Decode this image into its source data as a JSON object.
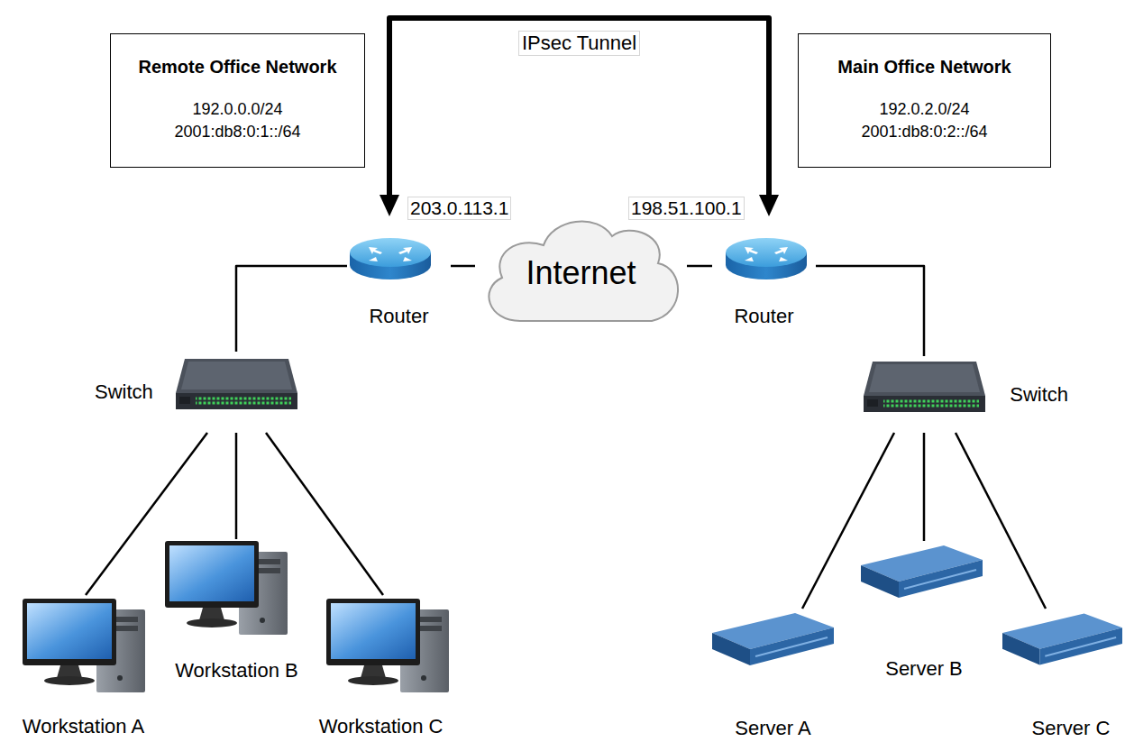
{
  "diagram": {
    "nodes": [
      {
        "text": [
          "Remote Office Network",
          "192.0.0.0/24",
          "2001:db8:0:1::/64"
        ]
      },
      {
        "text": [
          "Main Office Network",
          "192.0.2.0/24",
          "2001:db8:0:2::/64"
        ]
      },
      {
        "text": [
          "Router"
        ]
      },
      {
        "text": [
          "Internet"
        ]
      },
      {
        "text": [
          "Router"
        ]
      },
      {
        "text": [
          "Switch"
        ]
      },
      {
        "text": [
          "Switch"
        ]
      },
      {
        "text": [
          "Workstation A"
        ]
      },
      {
        "text": [
          "Workstation B"
        ]
      },
      {
        "text": [
          "Workstation C"
        ]
      },
      {
        "text": [
          "Server A"
        ]
      },
      {
        "text": [
          "Server B"
        ]
      },
      {
        "text": [
          "Server C"
        ]
      }
    ],
    "edges": [
      {
        "from": 2,
        "to": 3,
        "arrow": "none"
      },
      {
        "from": 3,
        "to": 4,
        "arrow": "none"
      },
      {
        "from": 2,
        "to": 5,
        "arrow": "none"
      },
      {
        "from": 4,
        "to": 6,
        "arrow": "none"
      },
      {
        "from": 5,
        "to": 7,
        "arrow": "none"
      },
      {
        "from": 5,
        "to": 8,
        "arrow": "none"
      },
      {
        "from": 5,
        "to": 9,
        "arrow": "none"
      },
      {
        "from": 6,
        "to": 10,
        "arrow": "none"
      },
      {
        "from": 6,
        "to": 11,
        "arrow": "none"
      },
      {
        "from": 6,
        "to": 12,
        "arrow": "none"
      },
      {
        "from": 2,
        "to": 4,
        "label": "IPsec Tunnel",
        "arrow": "both"
      }
    ],
    "labels": [
      "203.0.113.1",
      "198.51.100.1"
    ]
  }
}
